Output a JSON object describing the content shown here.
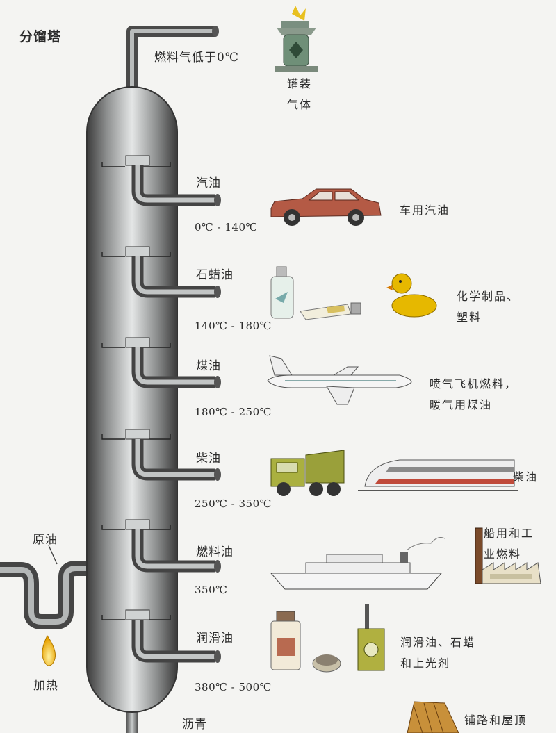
{
  "title": "分馏塔",
  "gas": {
    "label": "燃料气低于0℃",
    "use": "罐装\n气体"
  },
  "fractions": [
    {
      "name": "汽油",
      "temp": "0℃ - 140℃",
      "use": "车用汽油"
    },
    {
      "name": "石蜡油",
      "temp": "140℃ - 180℃",
      "use": "化学制品、\n塑料"
    },
    {
      "name": "煤油",
      "temp": "180℃ - 250℃",
      "use": "喷气飞机燃料，\n暖气用煤油"
    },
    {
      "name": "柴油",
      "temp": "250℃ - 350℃",
      "use": "柴油"
    },
    {
      "name": "燃料油",
      "temp": "350℃",
      "use": "船用和工\n业燃料"
    },
    {
      "name": "润滑油",
      "temp": "380℃ - 500℃",
      "use": "润滑油、石蜡\n和上光剂"
    }
  ],
  "crude_oil": "原油",
  "heating": "加热",
  "asphalt": {
    "name": "沥青",
    "use": "铺路和屋顶"
  },
  "colors": {
    "tower_dark": "#4a4a4a",
    "tower_light": "#d9dcdc",
    "car": "#b45a45",
    "truck": "#9aa03a",
    "duck": "#e6b800",
    "flame": "#e8a200"
  }
}
